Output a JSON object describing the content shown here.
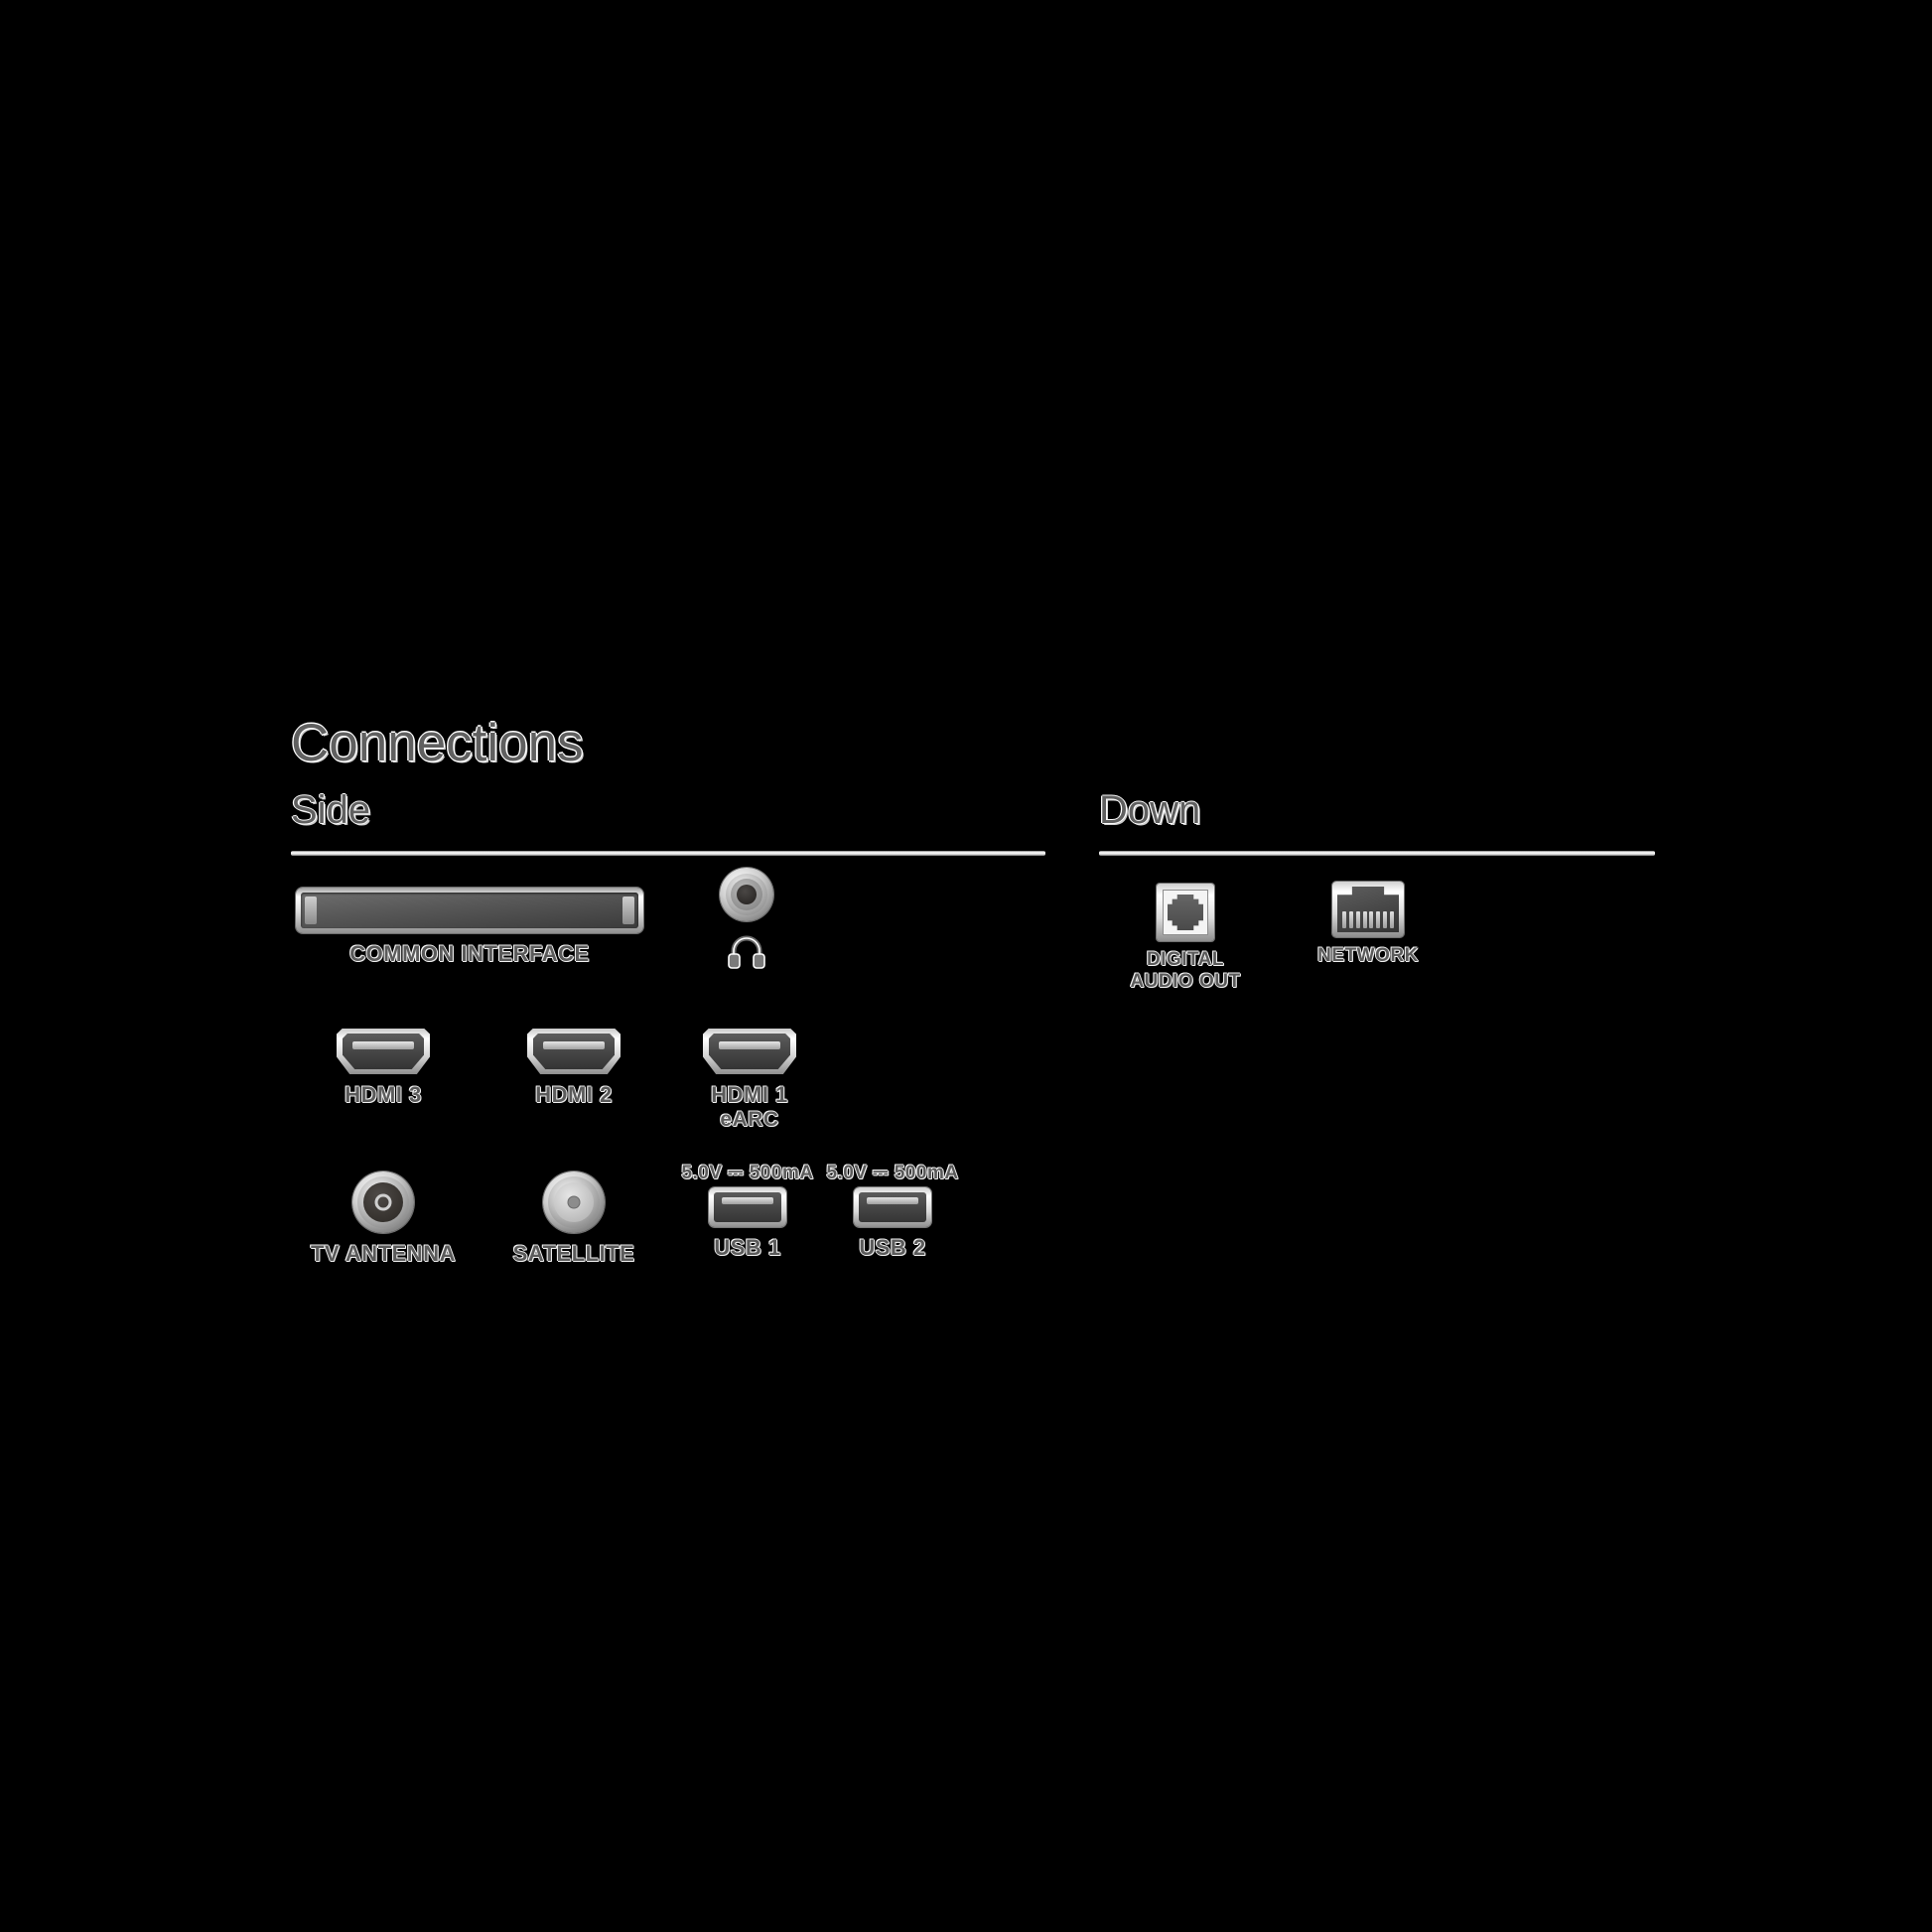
{
  "page": {
    "title": "Connections",
    "background_color": "#000000",
    "text_color": "#5a5a5a",
    "outline_color": "#ffffff"
  },
  "sections": [
    {
      "id": "side",
      "heading": "Side",
      "ports": [
        {
          "id": "common-interface",
          "icon": "ci-slot-icon",
          "label": "COMMON INTERFACE",
          "sublabel": "",
          "top_label": ""
        },
        {
          "id": "headphone",
          "icon": "headphone-jack-icon",
          "label": "",
          "sublabel": "",
          "top_label": ""
        },
        {
          "id": "hdmi-3",
          "icon": "hdmi-port-icon",
          "label": "HDMI 3",
          "sublabel": "",
          "top_label": ""
        },
        {
          "id": "hdmi-2",
          "icon": "hdmi-port-icon",
          "label": "HDMI 2",
          "sublabel": "",
          "top_label": ""
        },
        {
          "id": "hdmi-1",
          "icon": "hdmi-port-icon",
          "label": "HDMI 1",
          "sublabel": "eARC",
          "top_label": ""
        },
        {
          "id": "tv-antenna",
          "icon": "coax-antenna-icon",
          "label": "TV ANTENNA",
          "sublabel": "",
          "top_label": ""
        },
        {
          "id": "satellite",
          "icon": "coax-satellite-icon",
          "label": "SATELLITE",
          "sublabel": "",
          "top_label": ""
        },
        {
          "id": "usb-1",
          "icon": "usb-port-icon",
          "label": "USB 1",
          "sublabel": "",
          "top_label": "5.0V ⎓ 500mA"
        },
        {
          "id": "usb-2",
          "icon": "usb-port-icon",
          "label": "USB 2",
          "sublabel": "",
          "top_label": "5.0V ⎓ 500mA"
        }
      ]
    },
    {
      "id": "down",
      "heading": "Down",
      "ports": [
        {
          "id": "digital-audio-out",
          "icon": "optical-toslink-icon",
          "label": "DIGITAL",
          "sublabel": "AUDIO OUT",
          "top_label": ""
        },
        {
          "id": "network",
          "icon": "rj45-network-icon",
          "label": "NETWORK",
          "sublabel": "",
          "top_label": ""
        }
      ]
    }
  ]
}
